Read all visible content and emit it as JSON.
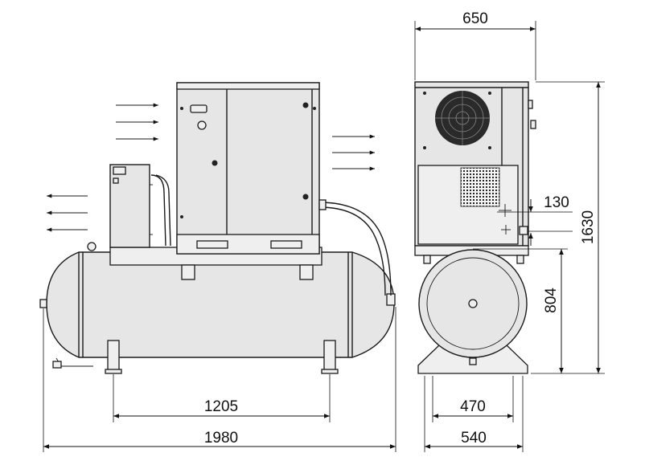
{
  "dimensions": {
    "total_length": "1980",
    "feet_spacing_front": "1205",
    "depth": "650",
    "offset": "130",
    "height": "1630",
    "tank_height": "804",
    "feet_spacing_side_inner": "470",
    "feet_spacing_side_outer": "540"
  },
  "icons": {
    "airflow_arrow": "arrow-right-icon",
    "exhaust_arrow": "arrow-left-icon",
    "fan": "fan-grille-icon",
    "pressure_gauge": "gauge-icon"
  }
}
